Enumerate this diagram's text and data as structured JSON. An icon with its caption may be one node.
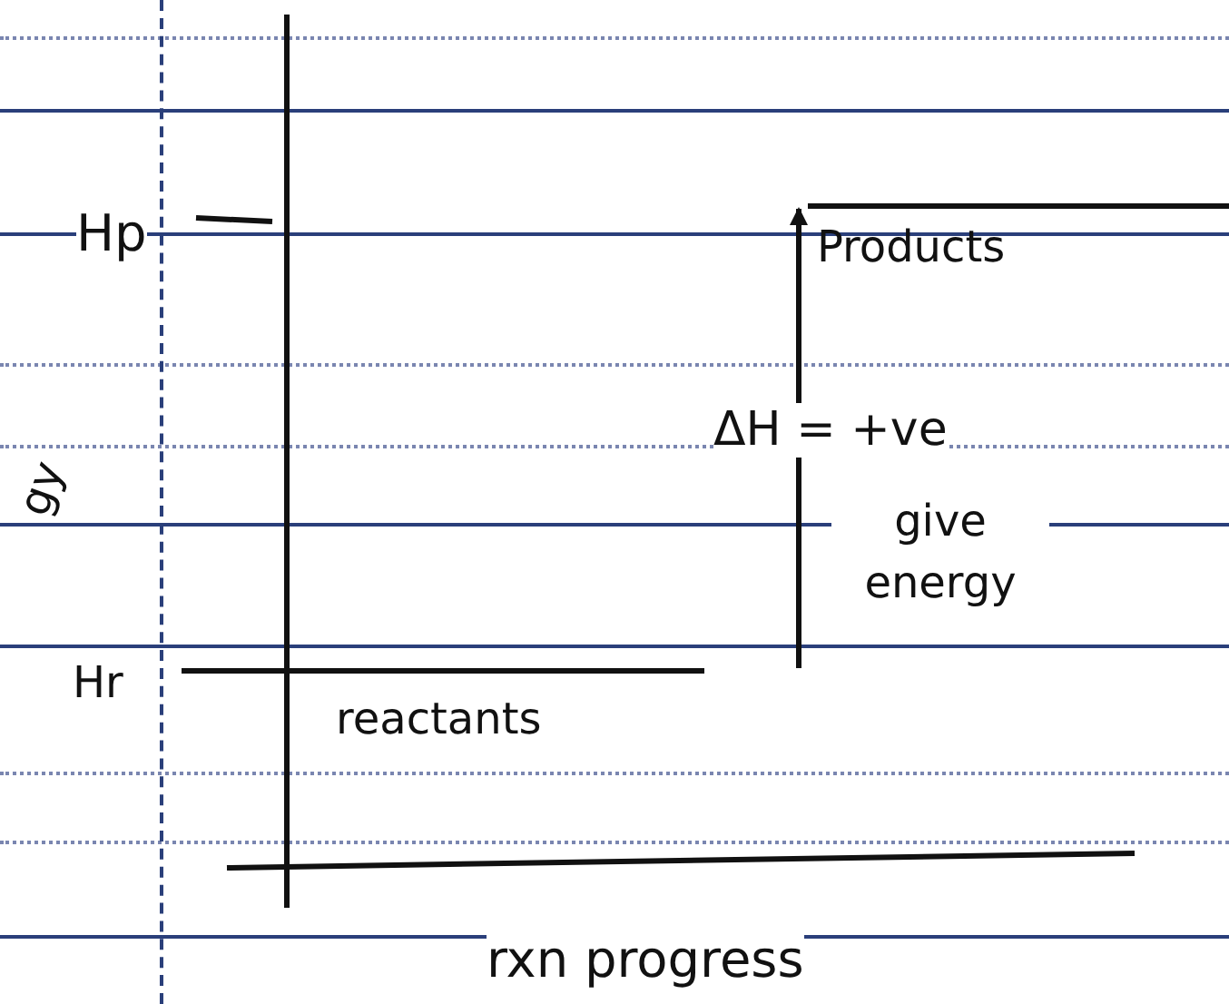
{
  "diagram": {
    "nodes": [
      {
        "text": [
          "Products"
        ]
      },
      {
        "text": [
          "reactants"
        ]
      }
    ],
    "edges": [
      {
        "from": 1,
        "to": 0,
        "arrow": "to",
        "label": "ΔH = +ve"
      }
    ],
    "labels": [
      "Hp",
      "gy",
      "give energy",
      "Hr",
      "rxn progress"
    ]
  }
}
